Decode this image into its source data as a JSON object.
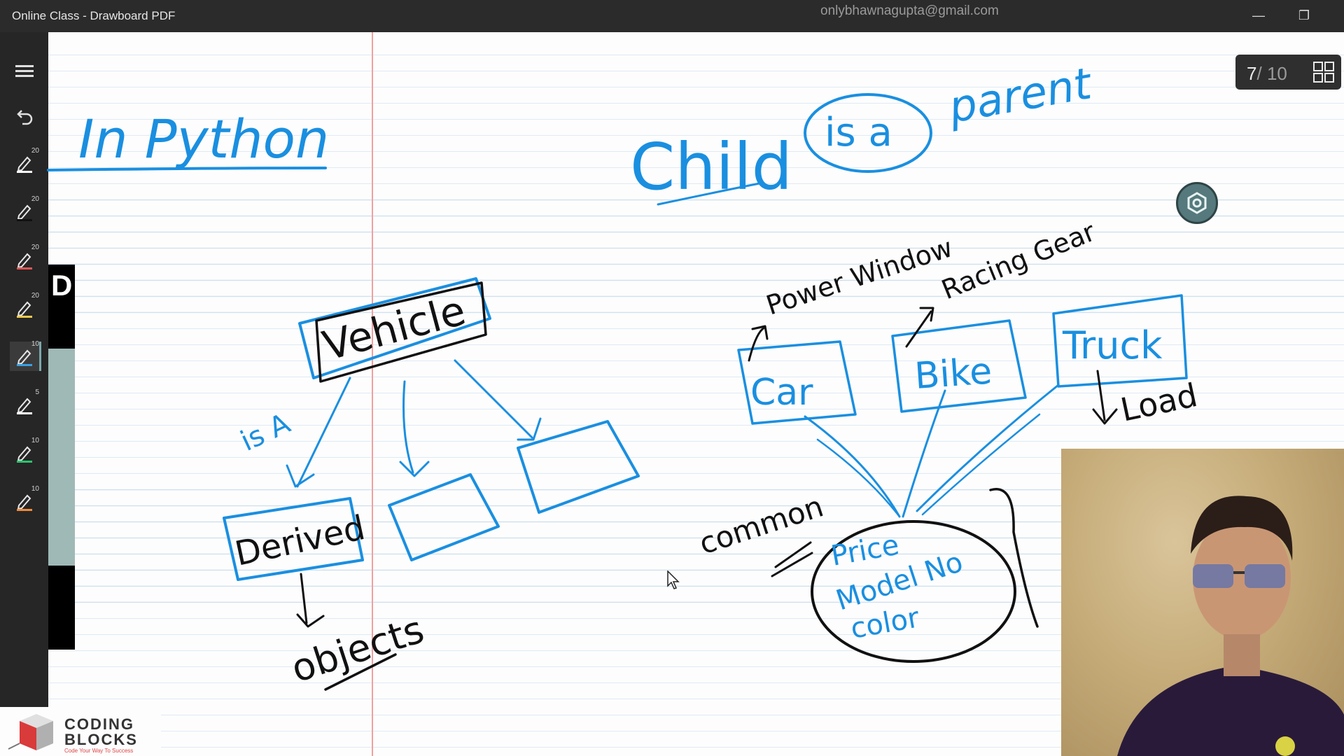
{
  "window": {
    "title": "Online Class - Drawboard PDF",
    "account_email": "onlybhawnagupta@gmail.com",
    "minimize_glyph": "—",
    "restore_glyph": "❐"
  },
  "toolbar": {
    "menu_icon": "hamburger-menu-icon",
    "undo_icon": "undo-icon",
    "pens": [
      {
        "size": "20",
        "color": "#ffffff"
      },
      {
        "size": "20",
        "color": "#111111"
      },
      {
        "size": "20",
        "color": "#e05555"
      },
      {
        "size": "20",
        "color": "#f2c94c"
      },
      {
        "size": "10",
        "color": "#3aa0e0"
      },
      {
        "size": "5",
        "color": "#ffffff"
      },
      {
        "size": "10",
        "color": "#27c46b"
      },
      {
        "size": "10",
        "color": "#f08a3a"
      }
    ]
  },
  "side_panel_letter": "D",
  "page_indicator": {
    "current": "7",
    "separator": "/",
    "total": "10"
  },
  "handwriting": {
    "heading_left": "In Python",
    "heading_right_child": "Child",
    "heading_right_is_a": "is a",
    "heading_right_parent": "parent",
    "vehicle": "Vehicle",
    "is_a_label": "is A",
    "derived": "Derived",
    "objects": "objects",
    "car": "Car",
    "bike": "Bike",
    "truck": "Truck",
    "power_window": "Power Window",
    "racing_gear": "Racing Gear",
    "load": "Load",
    "common": "common",
    "price": "Price",
    "model_no": "Model No",
    "color": "color"
  },
  "logo": {
    "line1": "CODING",
    "line2": "BLOCKS",
    "tagline": "Code Your Way To Success"
  },
  "colors": {
    "ink_blue": "#1a8fe0",
    "ink_black": "#111111",
    "margin_red": "#f0a0a0",
    "rule_blue": "#cfe0f0"
  }
}
